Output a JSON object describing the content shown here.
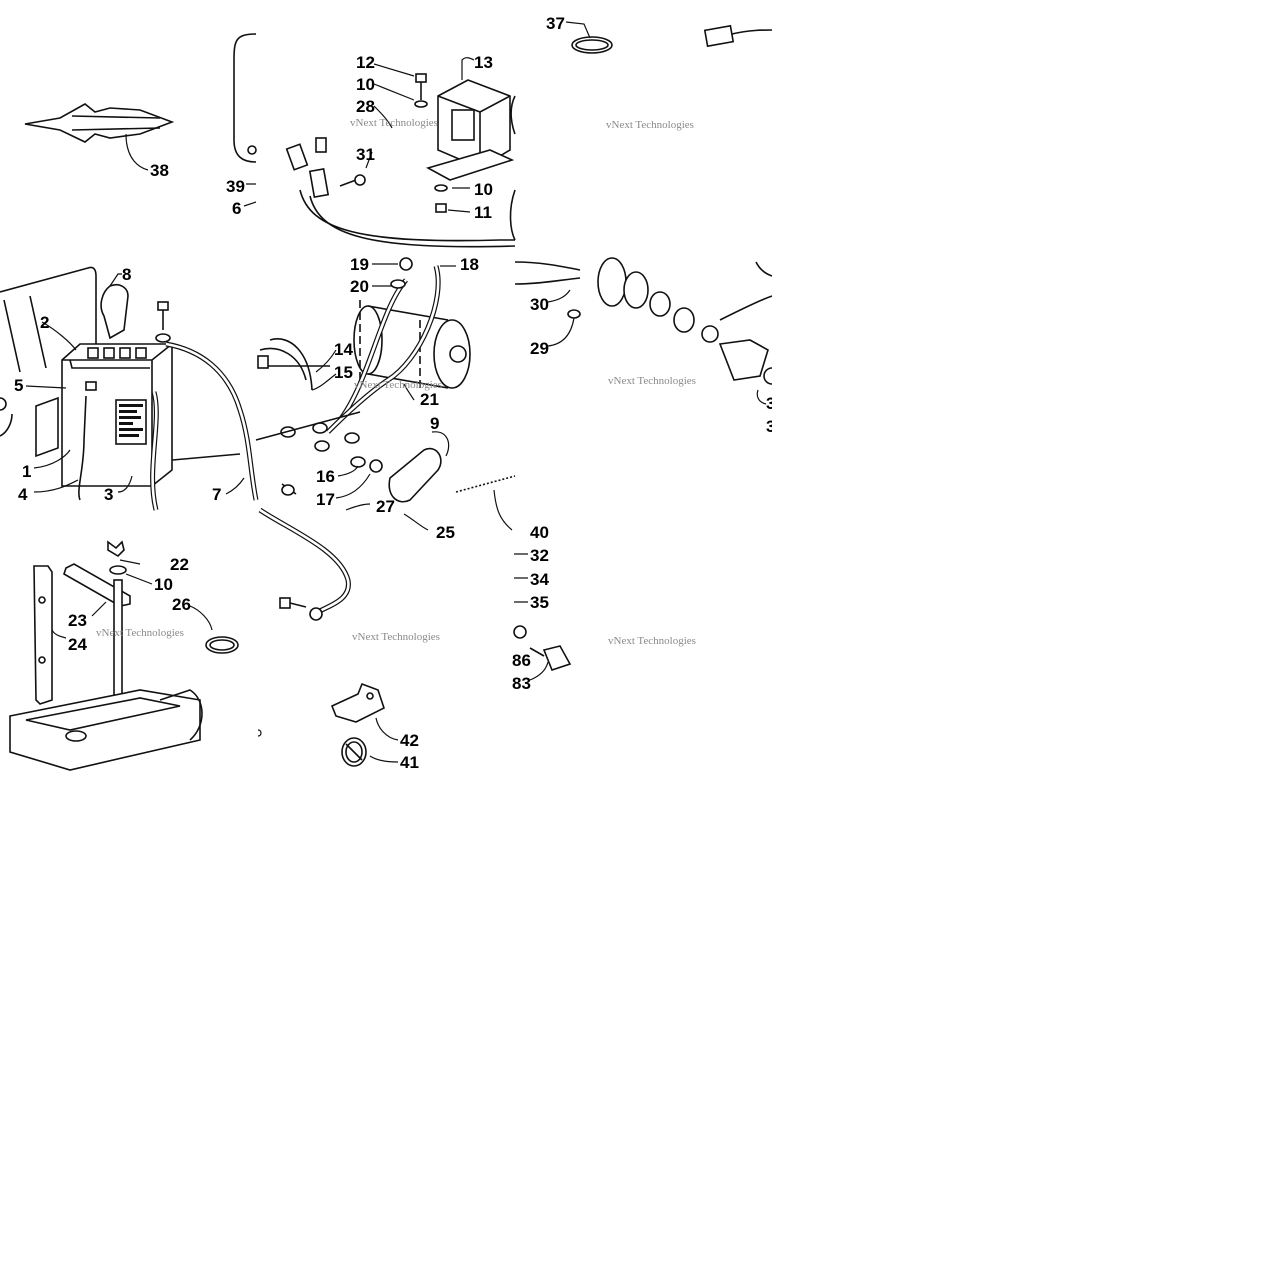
{
  "diagram": {
    "watermark": "vNext Technologies",
    "callouts": [
      "1",
      "2",
      "3",
      "4",
      "5",
      "6",
      "7",
      "8",
      "9",
      "10",
      "11",
      "12",
      "13",
      "14",
      "15",
      "16",
      "17",
      "18",
      "19",
      "20",
      "21",
      "22",
      "23",
      "24",
      "25",
      "26",
      "27",
      "28",
      "29",
      "30",
      "31",
      "32",
      "34",
      "35",
      "37",
      "38",
      "39",
      "40",
      "41",
      "42",
      "86",
      "83",
      "3",
      "3"
    ],
    "colors": {
      "line": "#111111",
      "background": "#ffffff",
      "watermark": "#8a8a8a"
    }
  }
}
